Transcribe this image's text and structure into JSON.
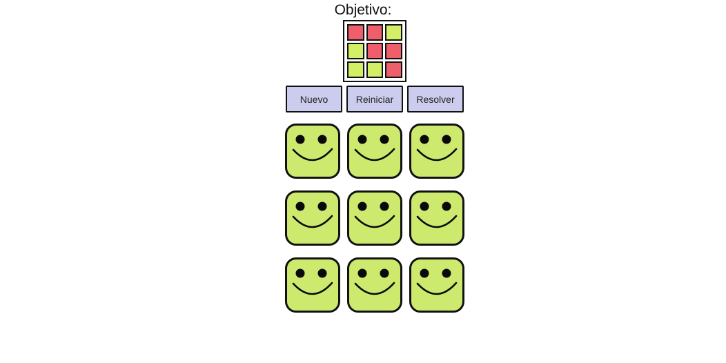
{
  "objective": {
    "label": "Objetivo:",
    "grid": [
      "red",
      "red",
      "green",
      "green",
      "red",
      "red",
      "green",
      "green",
      "red"
    ]
  },
  "toolbar": {
    "buttons": [
      {
        "id": "nuevo",
        "label": "Nuevo"
      },
      {
        "id": "reiniciar",
        "label": "Reiniciar"
      },
      {
        "id": "resolver",
        "label": "Resolver"
      }
    ]
  },
  "board": {
    "rows": 3,
    "cols": 3,
    "cells": [
      "happy",
      "happy",
      "happy",
      "happy",
      "happy",
      "happy",
      "happy",
      "happy",
      "happy"
    ]
  },
  "colors": {
    "red": "#ee5f6b",
    "green": "#d2ef65",
    "face": "#cdea6e",
    "button_bg": "#ccccee",
    "outline": "#111111",
    "text": "#111111"
  },
  "icons": {
    "tile_happy": "smiley-face-icon"
  }
}
